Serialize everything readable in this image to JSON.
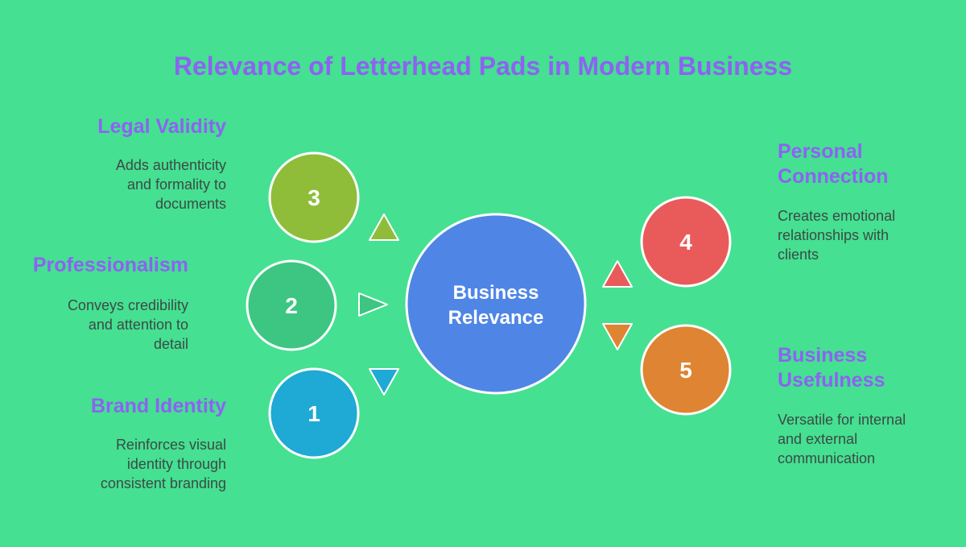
{
  "title": "Relevance of Letterhead Pads in Modern Business",
  "center": {
    "label_line1": "Business",
    "label_line2": "Relevance",
    "color": "#4f86e6"
  },
  "items": [
    {
      "number": "1",
      "heading": "Brand Identity",
      "description": "Reinforces visual identity through consistent branding",
      "desc_lines": [
        "Reinforces visual",
        "identity through",
        "consistent branding"
      ],
      "color": "#1fa9d5"
    },
    {
      "number": "2",
      "heading": "Professionalism",
      "description": "Conveys credibility and attention to detail",
      "desc_lines": [
        "Conveys credibility",
        "and attention to",
        "detail"
      ],
      "color": "#3cc681"
    },
    {
      "number": "3",
      "heading": "Legal Validity",
      "description": "Adds authenticity and formality to documents",
      "desc_lines": [
        "Adds authenticity",
        "and formality to",
        "documents"
      ],
      "color": "#8fbd3a"
    },
    {
      "number": "4",
      "heading_lines": [
        "Personal",
        "Connection"
      ],
      "description": "Creates emotional relationships with clients",
      "desc_lines": [
        "Creates emotional",
        "relationships with",
        "clients"
      ],
      "color": "#e95b5b"
    },
    {
      "number": "5",
      "heading_lines": [
        "Business",
        "Usefulness"
      ],
      "description": "Versatile for internal and external communication",
      "desc_lines": [
        "Versatile for internal",
        "and external",
        "communication"
      ],
      "color": "#df8432"
    }
  ],
  "colors": {
    "background": "#45e091",
    "heading": "#8d62f2",
    "text": "#3c4a46"
  }
}
